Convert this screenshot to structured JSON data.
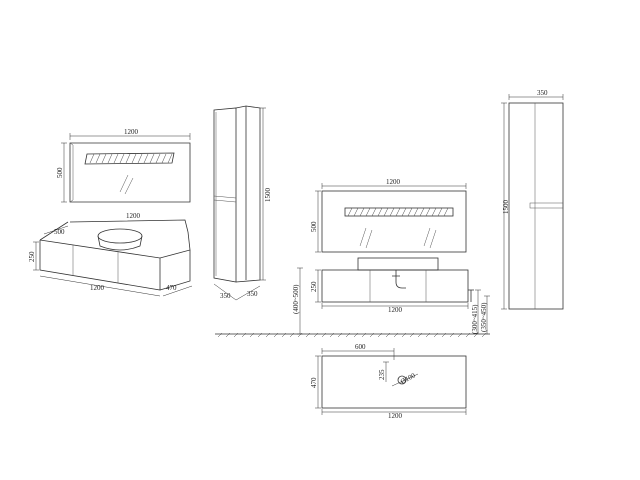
{
  "colors": {
    "line": "#333333",
    "background": "#ffffff"
  },
  "perspective": {
    "mirror_width": "1200",
    "mirror_height": "500",
    "cabinet_width_top": "1200",
    "basin_depth": "500",
    "cabinet_height": "250",
    "cabinet_width_bottom": "1200",
    "cabinet_depth": "470"
  },
  "tall_cabinet_perspective": {
    "height": "1500",
    "width": "350",
    "depth": "350"
  },
  "front_elevation": {
    "mirror_width": "1200",
    "mirror_height": "500",
    "cabinet_height": "250",
    "cabinet_width": "1200",
    "mount_height": "(400~500)",
    "side_dim_1": "(300~415)",
    "side_dim_2": "(350~450)"
  },
  "tall_cabinet_front": {
    "width": "350",
    "height": "1500"
  },
  "plan_view": {
    "offset": "600",
    "depth": "470",
    "tap_dim": "235",
    "hole_dia": "Ø100",
    "width": "1200"
  }
}
